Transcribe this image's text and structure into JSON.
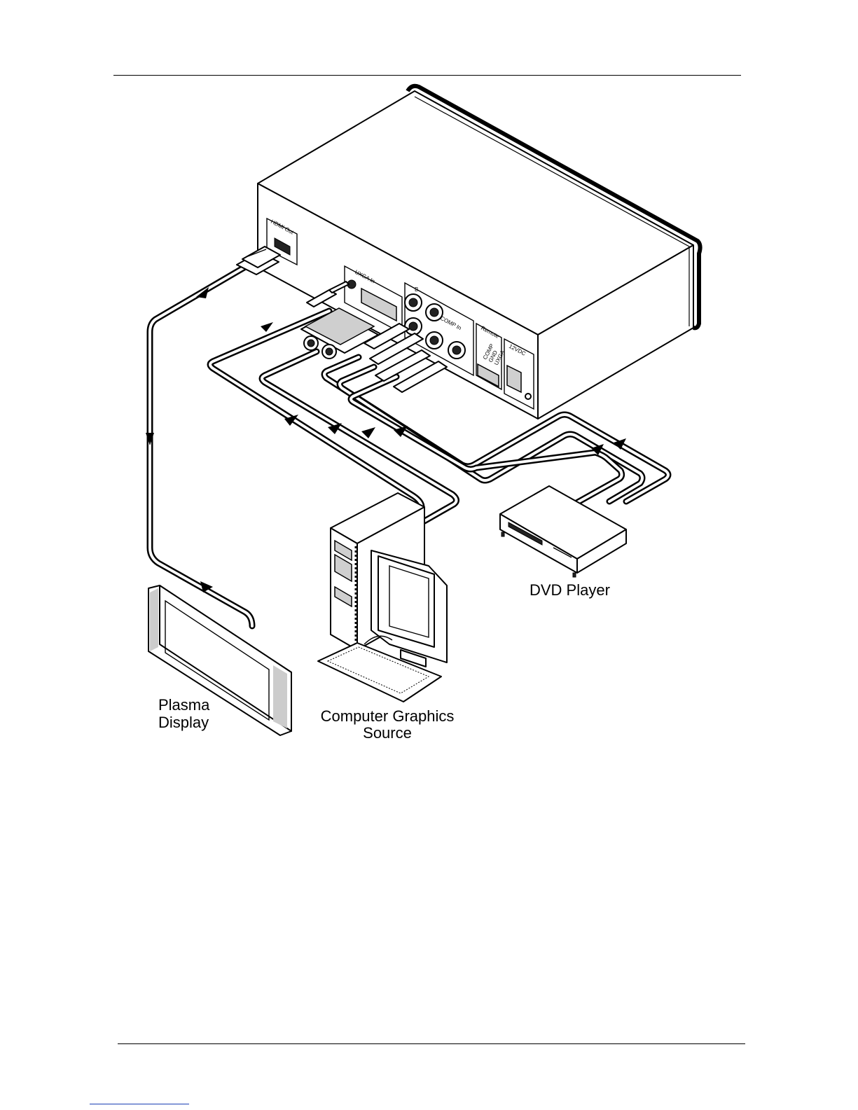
{
  "labels": {
    "plasma_line1": "Plasma",
    "plasma_line2": "Display",
    "computer_line1": "Computer Graphics",
    "computer_line2": "Source",
    "dvd": "DVD Player"
  },
  "device_panel": {
    "hdmi_out": "HDMI Out",
    "uxga_in": "UXGA In",
    "comp_in": "COMP In",
    "remote": "Remote",
    "power": "12VDC",
    "port_b": "B",
    "terminal_labels": [
      "COMP",
      "GND",
      "UXGA"
    ]
  }
}
